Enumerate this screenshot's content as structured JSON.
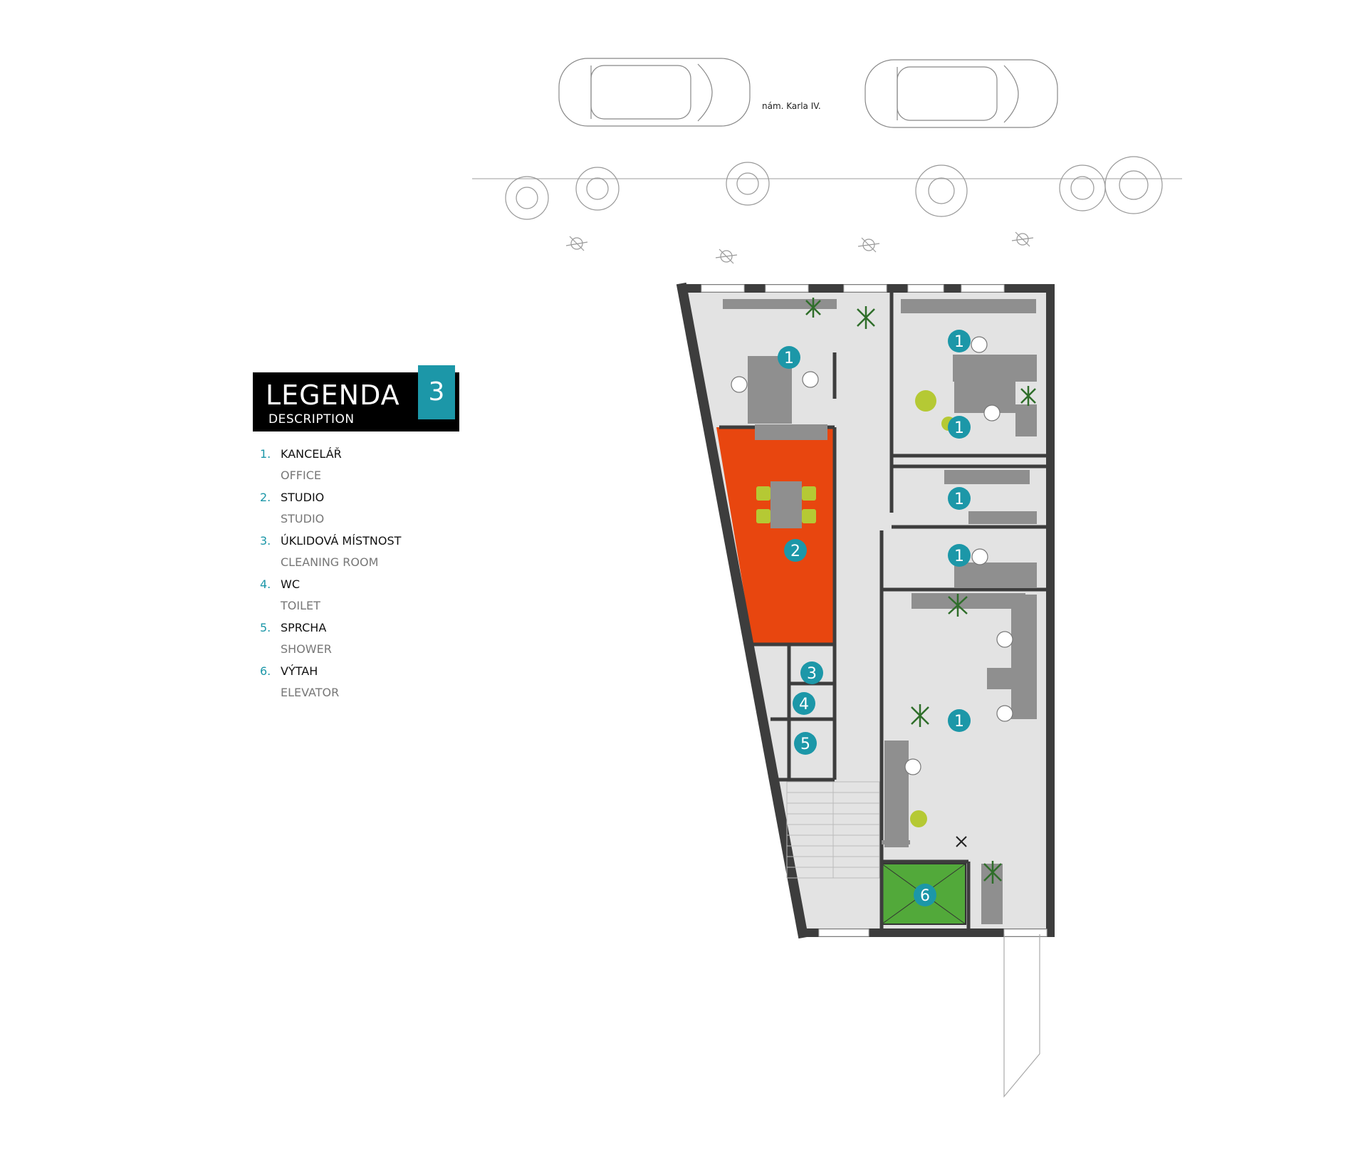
{
  "street_label": "nám. Karla IV.",
  "legend": {
    "title": "LEGENDA",
    "subtitle": "DESCRIPTION",
    "floor_number": "3",
    "items": [
      {
        "num": "1.",
        "cz": "KANCELÁŘ",
        "en": "OFFICE"
      },
      {
        "num": "2.",
        "cz": "STUDIO",
        "en": "STUDIO"
      },
      {
        "num": "3.",
        "cz": "ÚKLIDOVÁ MÍSTNOST",
        "en": "CLEANING ROOM"
      },
      {
        "num": "4.",
        "cz": "WC",
        "en": "TOILET"
      },
      {
        "num": "5.",
        "cz": "SPRCHA",
        "en": "SHOWER"
      },
      {
        "num": "6.",
        "cz": "VÝTAH",
        "en": "ELEVATOR"
      }
    ]
  },
  "room_markers": [
    "1",
    "1",
    "1",
    "1",
    "1",
    "1",
    "2",
    "3",
    "4",
    "5",
    "6"
  ],
  "colors": {
    "accent": "#1c97a8",
    "studio": "#e8460f",
    "elevator": "#52a93a",
    "wall": "#3d3d3d",
    "floor": "#e3e3e3",
    "furniture": "#8f8f8f",
    "chair": "#b5c934"
  }
}
